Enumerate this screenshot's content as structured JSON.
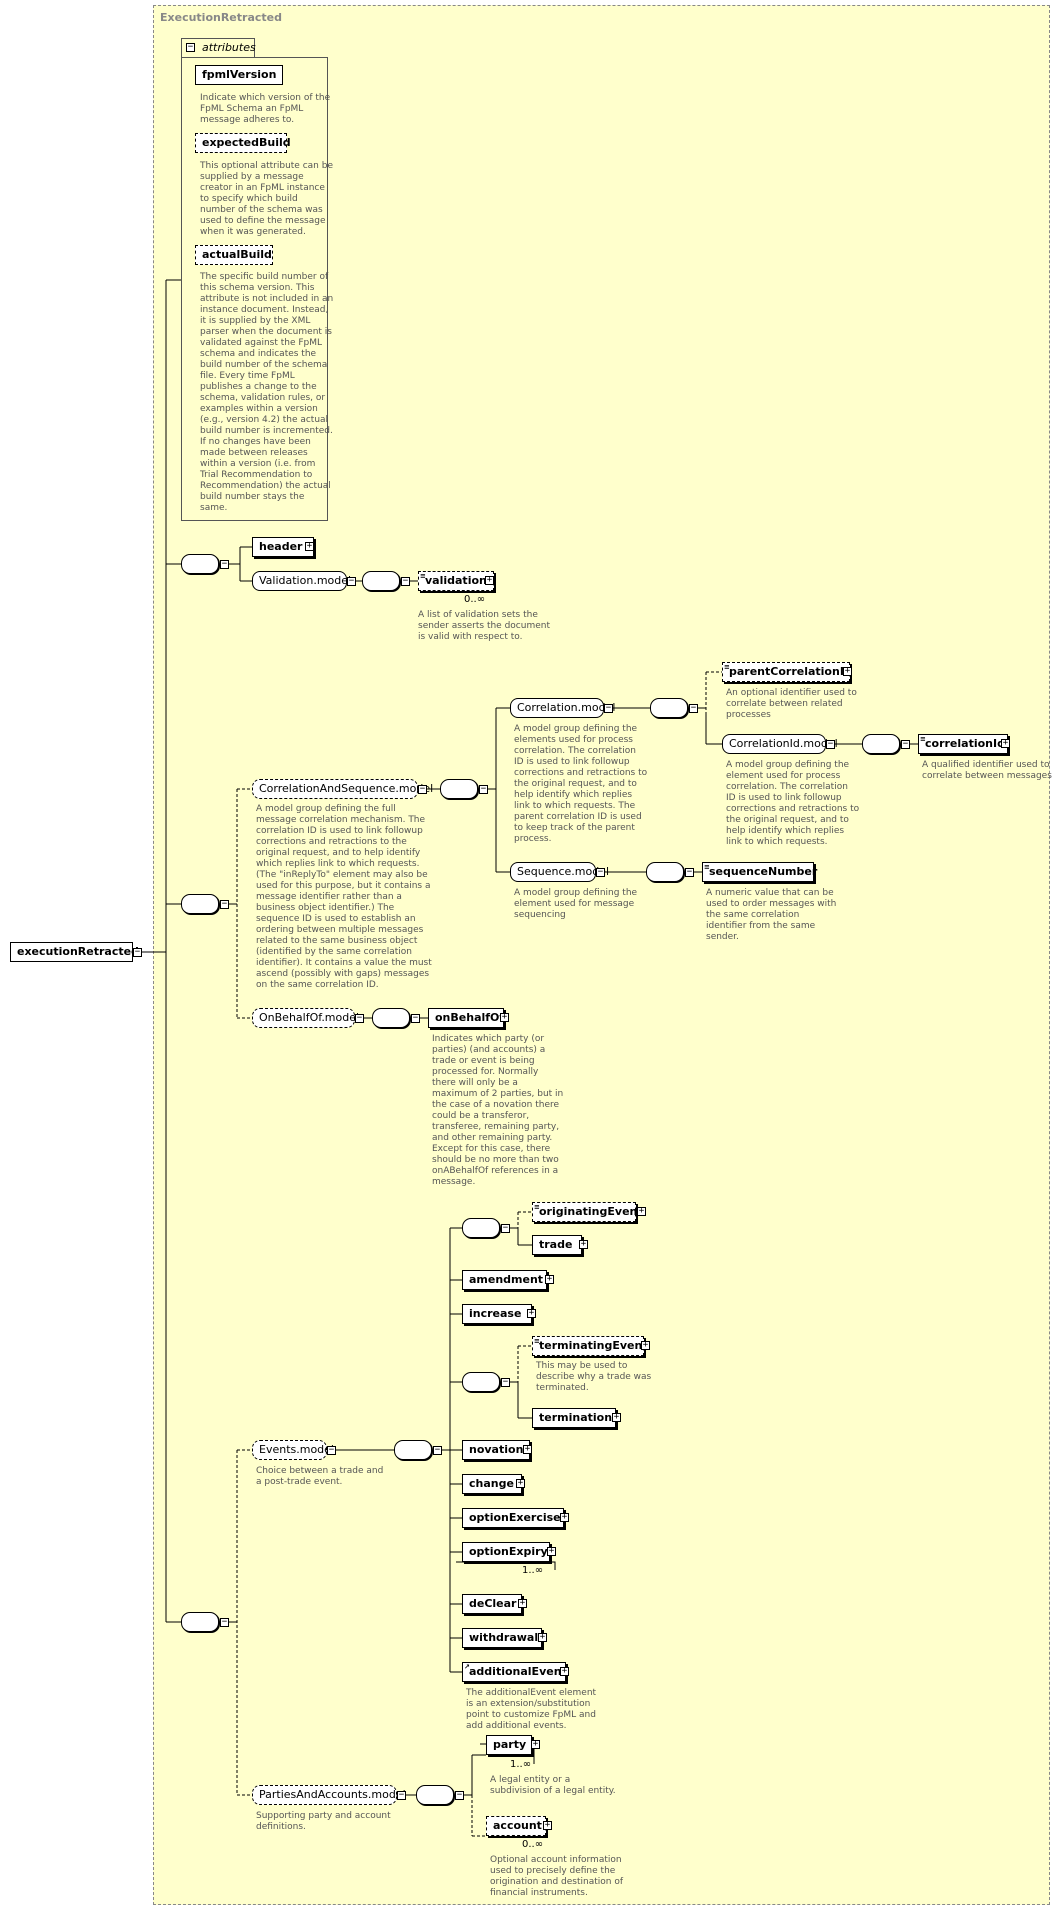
{
  "diagram": {
    "complex_type": "ExecutionRetracted",
    "root": "executionRetracted",
    "attributes_label": "attributes",
    "attributes": [
      {
        "name": "fpmlVersion",
        "doc": "Indicate which version of the\nFpML Schema an FpML\nmessage adheres to."
      },
      {
        "name": "expectedBuild",
        "doc": "This optional attribute can be\nsupplied by a message\ncreator in an FpML instance\nto specify which build\nnumber of the schema was\nused to define the message\nwhen it was generated."
      },
      {
        "name": "actualBuild",
        "doc": "The specific build number of\nthis schema version. This\nattribute is not included in an\ninstance document. Instead,\nit is supplied by the XML\nparser when the document is\nvalidated against the FpML\nschema and indicates the\nbuild number of the schema\nfile. Every time FpML\npublishes a change to the\nschema, validation rules, or\nexamples within a version\n(e.g., version 4.2) the actual\nbuild number is incremented.\nIf no changes have been\nmade between releases\nwithin a version (i.e. from\nTrial Recommendation to\nRecommendation) the actual\nbuild number stays the\nsame."
      }
    ],
    "header": "header",
    "validation_model": "Validation.model",
    "validation": {
      "name": "validation",
      "occurs": "0..∞",
      "doc": "A list of validation sets the\nsender asserts the document\nis valid with respect to."
    },
    "correlation_and_sequence": {
      "name": "CorrelationAndSequence.model",
      "doc": "A model group defining the full\nmessage correlation mechanism. The\ncorrelation ID is used to link followup\ncorrections and retractions to the\noriginal request, and to help identify\nwhich replies link to which requests.\n(The \"inReplyTo\" element may also be\nused for this purpose, but it contains a\nmessage identifier rather than a\nbusiness object identifier.) The\nsequence ID is used to establish an\nordering between multiple messages\nrelated to the same business object\n(identified by the same correlation\nidentifier). It contains a value the must\nascend (possibly with gaps) messages\non the same correlation ID."
    },
    "correlation_model": {
      "name": "Correlation.model",
      "doc": "A model group defining the\nelements used for process\ncorrelation. The correlation\nID is used to link followup\ncorrections and retractions to\nthe original request, and to\nhelp identify which replies\nlink to which requests. The\nparent correlation ID is used\nto keep track of the parent\nprocess."
    },
    "parent_correlation_id": {
      "name": "parentCorrelationId",
      "doc": "An optional identifier used to\ncorrelate between related\nprocesses"
    },
    "correlation_id_model": {
      "name": "CorrelationId.model",
      "doc": "A model group defining the\nelement used for process\ncorrelation. The correlation\nID is used to link followup\ncorrections and retractions to\nthe original request, and to\nhelp identify which replies\nlink to which requests."
    },
    "correlation_id": {
      "name": "correlationId",
      "doc": "A qualified identifier used to\ncorrelate between messages"
    },
    "sequence_model": {
      "name": "Sequence.model",
      "doc": "A model group defining the\nelement used for message\nsequencing"
    },
    "sequence_number": {
      "name": "sequenceNumber",
      "doc": "A numeric value that can be\nused to order messages with\nthe same correlation\nidentifier from the same\nsender."
    },
    "on_behalf_of_model": "OnBehalfOf.model",
    "on_behalf_of": {
      "name": "onBehalfOf",
      "doc": "Indicates which party (or\nparties) (and accounts) a\ntrade or event is being\nprocessed for. Normally\nthere will only be a\nmaximum of 2 parties, but in\nthe case of a novation there\ncould be a transferor,\ntransferee, remaining party,\nand other remaining party.\nExcept for this case, there\nshould be no more than two\nonABehalfOf references in a\nmessage."
    },
    "events_model": {
      "name": "Events.model",
      "doc": "Choice between a trade and\na post-trade event."
    },
    "originating_event": "originatingEvent",
    "trade": "trade",
    "amendment": "amendment",
    "increase": "increase",
    "terminating_event": {
      "name": "terminatingEvent",
      "doc": "This may be used to\ndescribe why a trade was\nterminated."
    },
    "termination": "termination",
    "novation": "novation",
    "change": "change",
    "option_exercise": "optionExercise",
    "option_expiry": {
      "name": "optionExpiry",
      "occurs": "1..∞"
    },
    "de_clear": "deClear",
    "withdrawal": "withdrawal",
    "additional_event": {
      "name": "additionalEvent",
      "doc": "The additionalEvent element\nis an extension/substitution\npoint to customize FpML and\nadd additional events."
    },
    "parties_and_accounts_model": {
      "name": "PartiesAndAccounts.model",
      "doc": "Supporting party and account\ndefinitions."
    },
    "party": {
      "name": "party",
      "occurs": "1..∞",
      "doc": "A legal entity or a\nsubdivision of a legal entity."
    },
    "account": {
      "name": "account",
      "occurs": "0..∞",
      "doc": "Optional account information\nused to precisely define the\norigination and destination of\nfinancial instruments."
    }
  }
}
